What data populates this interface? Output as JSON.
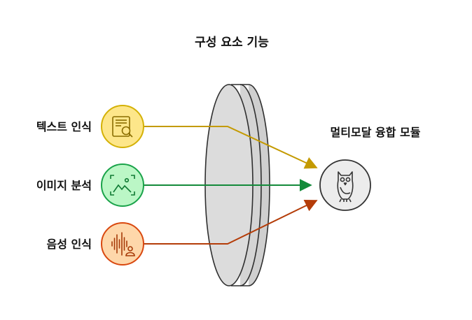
{
  "title": "구성 요소 기능",
  "inputs": [
    {
      "label": "텍스트 인식",
      "icon": "text-recognition-icon",
      "fill": "#fde68a",
      "stroke": "#d4b106",
      "line": "#c49a00"
    },
    {
      "label": "이미지 분석",
      "icon": "image-analysis-icon",
      "fill": "#bbf7c6",
      "stroke": "#1aa34a",
      "line": "#138a3a"
    },
    {
      "label": "음성 인식",
      "icon": "voice-recognition-icon",
      "fill": "#fed7aa",
      "stroke": "#d9480f",
      "line": "#b43c08"
    }
  ],
  "target": {
    "label": "멀티모달 융합 모듈",
    "icon": "owl-icon"
  },
  "colors": {
    "lens_fill": "#d9d9d9",
    "lens_stroke": "#2f2f2f",
    "target_fill": "#ececec"
  }
}
